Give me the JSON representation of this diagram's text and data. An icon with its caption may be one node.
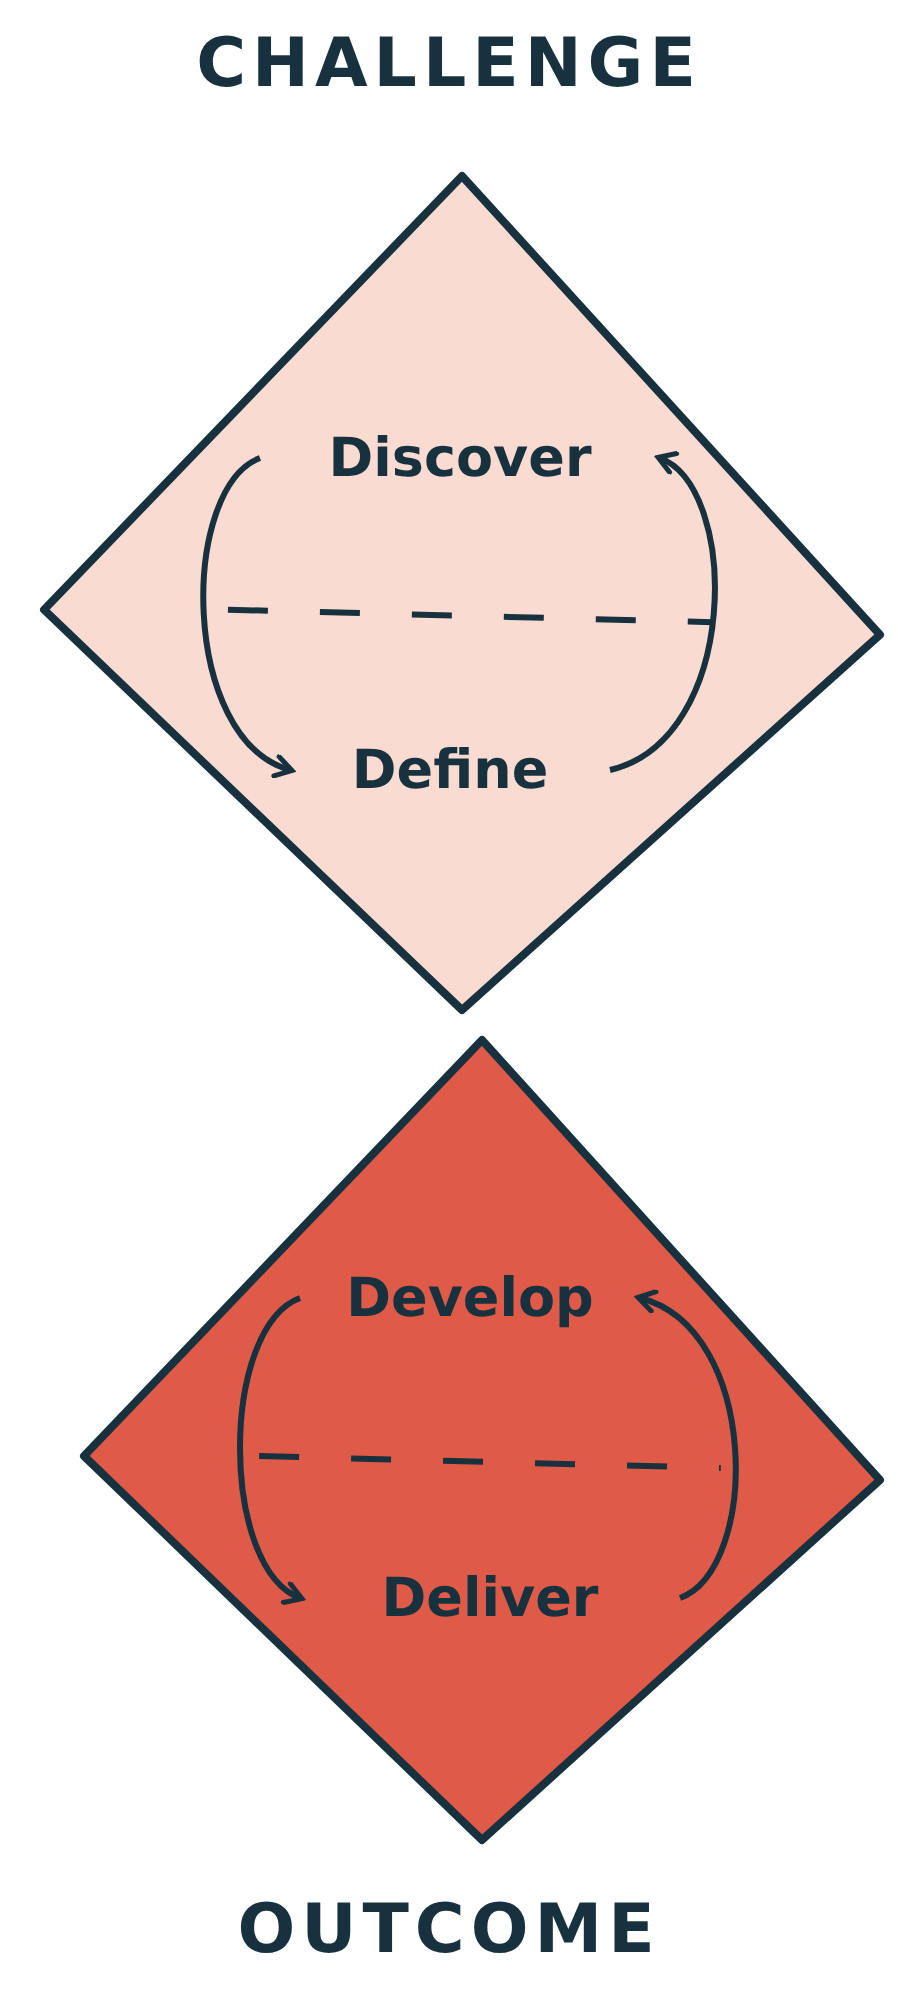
{
  "diagram": {
    "title": "CHALLENGE",
    "caption": "OUTCOME",
    "nodes": [
      {
        "text": [],
        "shape": "diamond"
      },
      {
        "text": [
          "Discover"
        ],
        "in": 0
      },
      {
        "text": [
          "Define"
        ],
        "in": 0
      },
      {
        "text": [],
        "shape": "diamond"
      },
      {
        "text": [
          "Develop"
        ],
        "in": 3
      },
      {
        "text": [
          "Deliver"
        ],
        "in": 3
      }
    ],
    "edges": [
      {
        "from": 1,
        "to": 2,
        "arrow": "to"
      },
      {
        "from": 2,
        "to": 1,
        "arrow": "to"
      },
      {
        "from": 4,
        "to": 5,
        "arrow": "to"
      },
      {
        "from": 5,
        "to": 4,
        "arrow": "to"
      }
    ]
  }
}
